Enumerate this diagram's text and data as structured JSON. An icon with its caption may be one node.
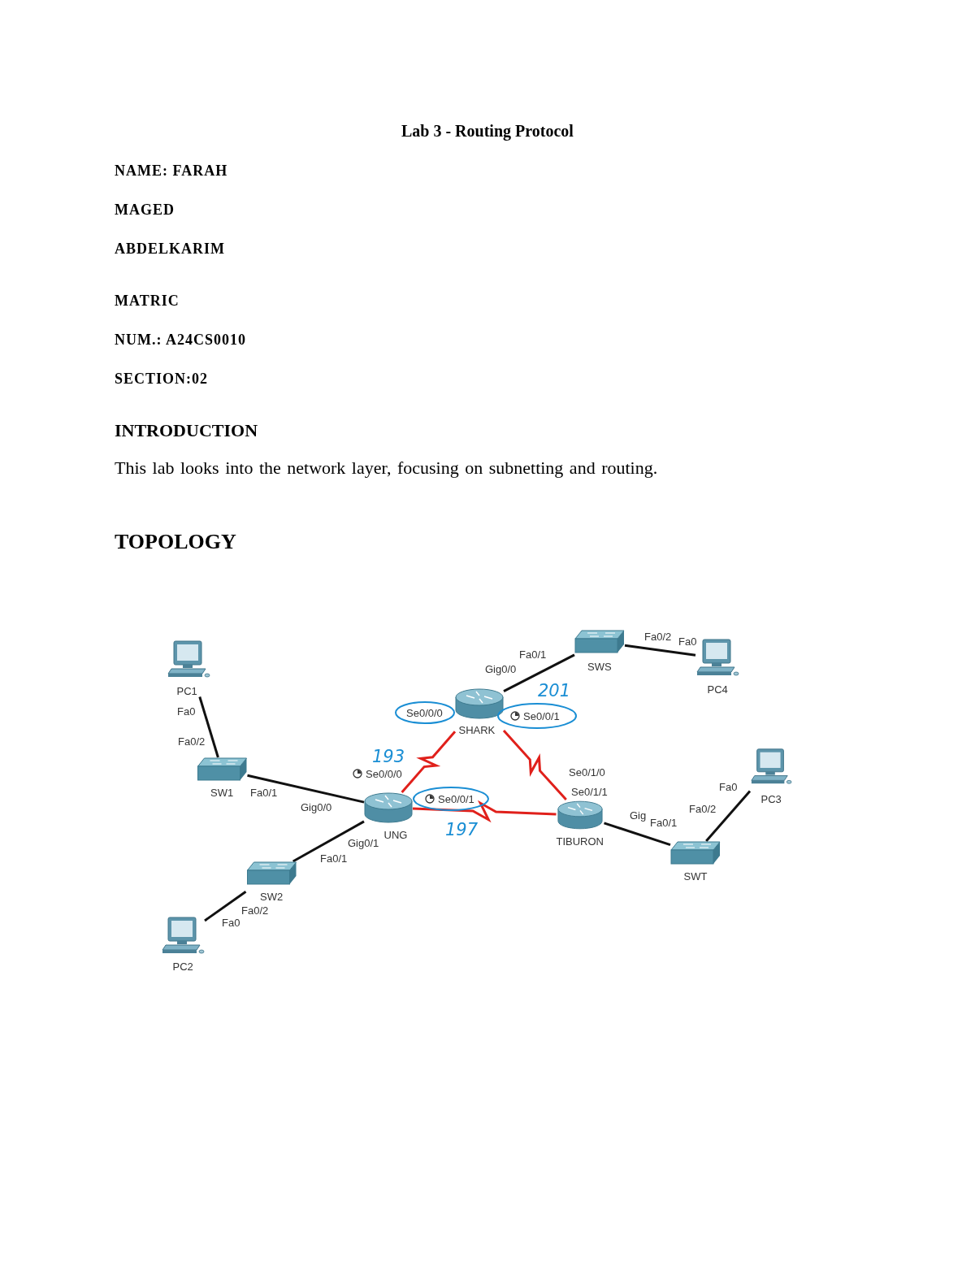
{
  "diagram": {
    "title": "Lab 3 - Routing Protocol",
    "nodes": [
      {
        "text": [
          "PC1"
        ],
        "beside": [
          "Fa0"
        ]
      },
      {
        "text": [
          "SWS"
        ],
        "beside": [
          "Fa0/1",
          "Fa0/2"
        ]
      },
      {
        "text": [
          "PC4"
        ],
        "beside": [
          "Fa0"
        ]
      },
      {
        "text": [
          "SHARK"
        ],
        "beside": [
          "Gig0/0",
          "Se0/0/0",
          "Se0/0/1"
        ]
      },
      {
        "text": [
          "SW1"
        ],
        "beside": [
          "Fa0/2",
          "Fa0/1"
        ]
      },
      {
        "text": [
          "PC3"
        ],
        "beside": [
          "Fa0"
        ]
      },
      {
        "text": [
          "UNG"
        ],
        "beside": [
          "Se0/0/0",
          "Se0/0/1",
          "Gig0/0",
          "Gig0/1"
        ]
      },
      {
        "text": [
          "TIBURON"
        ],
        "beside": [
          "Se0/1/0",
          "Se0/1/1",
          "Gig"
        ]
      },
      {
        "text": [
          "SWT"
        ],
        "beside": [
          "Fa0/2",
          "Fa0/1"
        ]
      },
      {
        "text": [
          "SW2"
        ],
        "beside": [
          "Fa0/1",
          "Fa0/2"
        ]
      },
      {
        "text": [
          "PC2"
        ],
        "beside": [
          "Fa0"
        ]
      }
    ],
    "edges": [
      {
        "from": 0,
        "to": 4,
        "arrow": "none"
      },
      {
        "from": 4,
        "to": 6,
        "arrow": "none"
      },
      {
        "from": 6,
        "to": 9,
        "arrow": "none"
      },
      {
        "from": 9,
        "to": 10,
        "arrow": "none"
      },
      {
        "from": 3,
        "to": 1,
        "arrow": "none"
      },
      {
        "from": 1,
        "to": 2,
        "arrow": "none"
      },
      {
        "from": 6,
        "to": 3,
        "arrow": "none",
        "color": "#e0201b"
      },
      {
        "from": 6,
        "to": 7,
        "arrow": "none",
        "color": "#e0201b"
      },
      {
        "from": 3,
        "to": 7,
        "arrow": "none",
        "color": "#e0201b"
      },
      {
        "from": 7,
        "to": 8,
        "arrow": "none"
      },
      {
        "from": 8,
        "to": 5,
        "arrow": "none"
      }
    ],
    "labels": [
      "NAME: FARAH",
      "MAGED",
      "ABDELKARIM",
      "MATRIC",
      "NUM.: A24CS0010",
      "SECTION:02",
      "INTRODUCTION",
      "This lab looks into the network layer, focusing on subnetting and routing.",
      "TOPOLOGY",
      "201",
      "193",
      "197"
    ]
  }
}
